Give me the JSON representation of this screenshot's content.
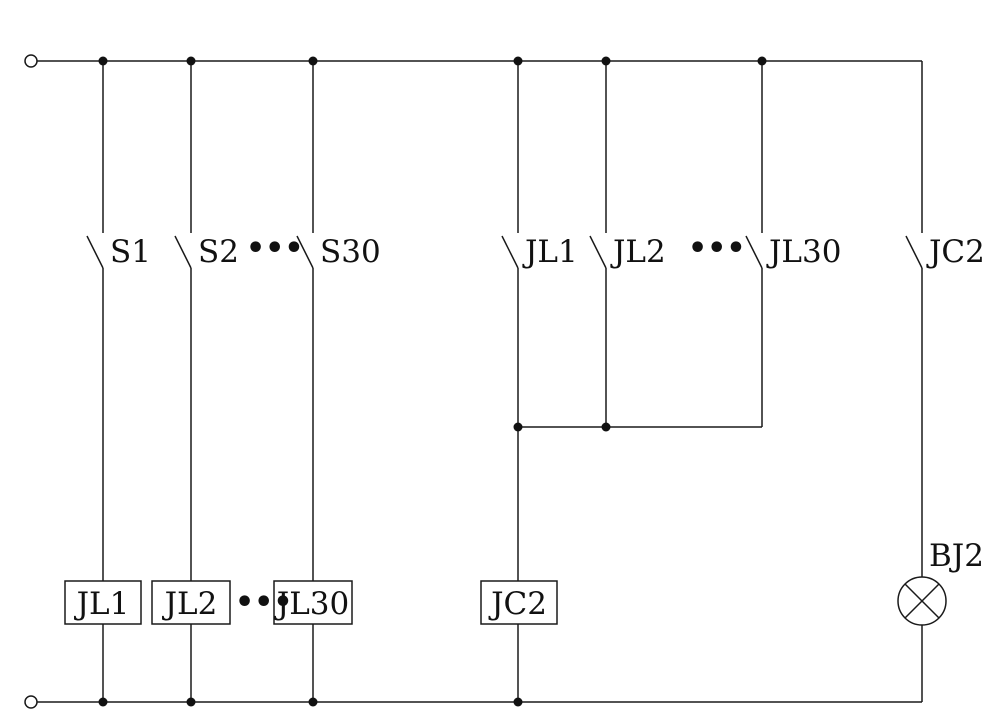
{
  "diagram": {
    "switches": {
      "s1": "S1",
      "s2": "S2",
      "s30": "S30",
      "jl1": "JL1",
      "jl2": "JL2",
      "jl30": "JL30",
      "jc2": "JC2"
    },
    "coils": {
      "jl1": "JL1",
      "jl2": "JL2",
      "jl30": "JL30",
      "jc2": "JC2"
    },
    "lamp": "BJ2",
    "ellipsis": "•••"
  }
}
